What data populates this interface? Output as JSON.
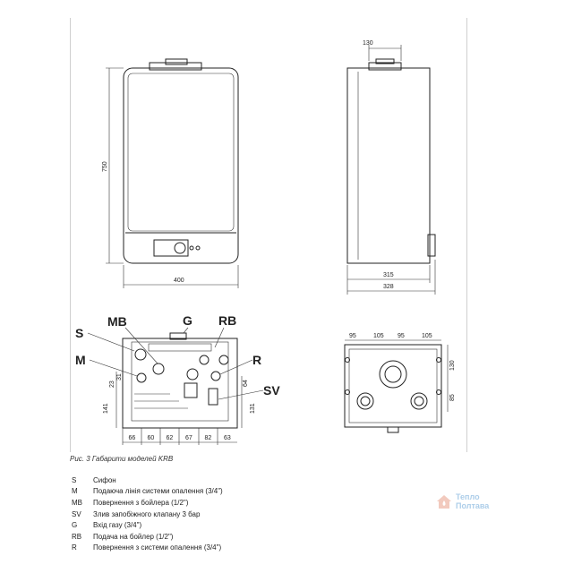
{
  "front_view": {
    "dim_height": "750",
    "dim_width": "400"
  },
  "side_view": {
    "dim_top": "130",
    "dim_depth_inner": "315",
    "dim_depth_outer": "328"
  },
  "bottom_view": {
    "labels": {
      "S": "S",
      "MB": "MB",
      "G": "G",
      "RB": "RB",
      "M": "M",
      "R": "R",
      "SV": "SV"
    },
    "dims_bottom": [
      "66",
      "60",
      "62",
      "67",
      "82",
      "63"
    ],
    "dims_left": [
      "23",
      "31",
      "141"
    ],
    "dims_right": [
      "64",
      "131"
    ]
  },
  "top_view": {
    "dims_top": [
      "95",
      "105",
      "95",
      "105"
    ],
    "dims_right": [
      "130",
      "85"
    ]
  },
  "caption": "Рис. 3 Габарити моделей KRB",
  "legend": [
    {
      "code": "S",
      "text": "Сифон"
    },
    {
      "code": "M",
      "text": "Подаюча лінія системи опалення (3/4\")"
    },
    {
      "code": "MB",
      "text": "Повернення з бойлера (1/2\")"
    },
    {
      "code": "SV",
      "text": "Злив запобіжного клапану 3 бар"
    },
    {
      "code": "G",
      "text": "Вхід газу (3/4\")"
    },
    {
      "code": "RB",
      "text": "Подача на бойлер (1/2\")"
    },
    {
      "code": "R",
      "text": "Повернення з системи опалення (3/4\")"
    }
  ],
  "watermark": {
    "line1": "Тепло",
    "line2": "Полтава",
    "color": "#6aa6d8"
  }
}
